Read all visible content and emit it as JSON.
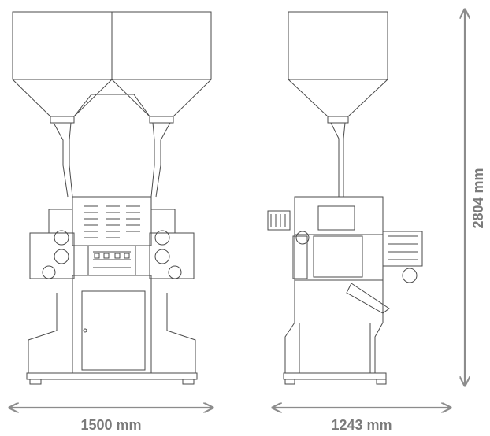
{
  "dimensions": {
    "width_front": "1500 mm",
    "width_side": "1243 mm",
    "height": "2804 mm"
  },
  "colors": {
    "line": "#4a4a4a",
    "dim": "#8c8c8c",
    "background": "#ffffff"
  }
}
